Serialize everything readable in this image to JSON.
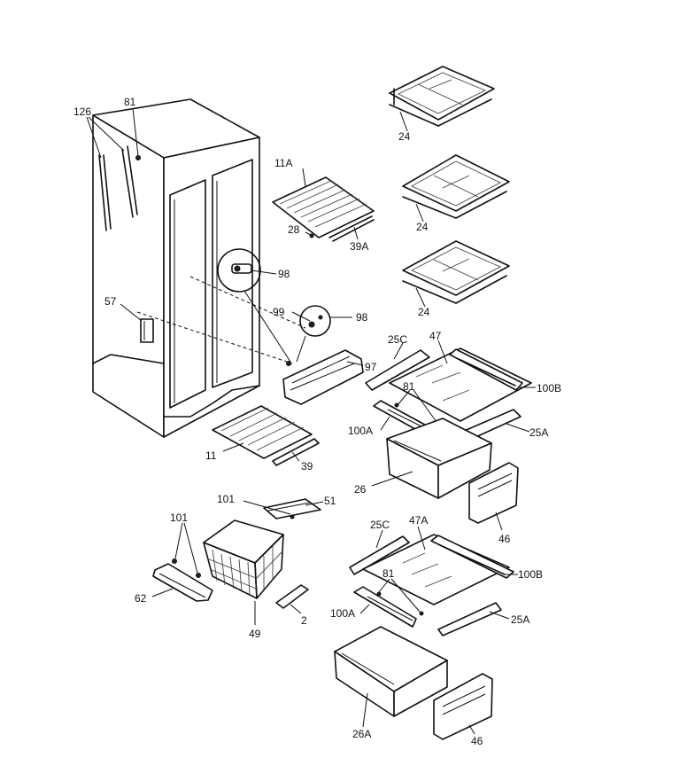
{
  "labels": {
    "l126": "126",
    "l81a": "81",
    "l11A": "11A",
    "l28": "28",
    "l39A": "39A",
    "l24a": "24",
    "l24b": "24",
    "l24c": "24",
    "l98a": "98",
    "l99": "99",
    "l98b": "98",
    "l57": "57",
    "l97": "97",
    "l25Ca": "25C",
    "l47": "47",
    "l81b": "81",
    "l100Ba": "100B",
    "l100Aa": "100A",
    "l25Aa": "25A",
    "l11": "11",
    "l39": "39",
    "l26": "26",
    "l46a": "46",
    "l101a": "101",
    "l51": "51",
    "l101b": "101",
    "l25Cb": "25C",
    "l47A": "47A",
    "l100Bb": "100B",
    "l81c": "81",
    "l62": "62",
    "l100Ab": "100A",
    "l25Ab": "25A",
    "l2": "2",
    "l49": "49",
    "l26A": "26A",
    "l46b": "46"
  }
}
